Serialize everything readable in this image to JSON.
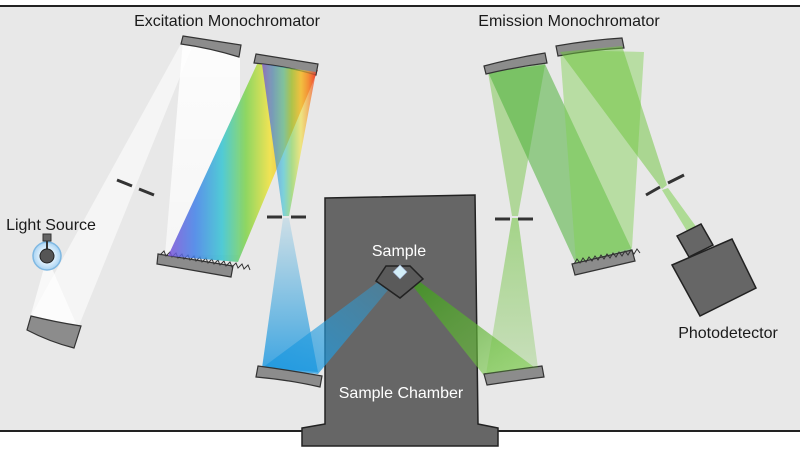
{
  "labels": {
    "excitation": "Excitation Monochromator",
    "emission": "Emission Monochromator",
    "light_source": "Light Source",
    "sample": "Sample",
    "sample_chamber": "Sample Chamber",
    "photodetector": "Photodetector"
  },
  "colors": {
    "background": "#e8e8e8",
    "outline": "#222222",
    "component_gray": "#8c8c8c",
    "chamber_gray": "#666666",
    "excitation_beam": "#2ea3dd",
    "emission_beam": "#6cc33a",
    "white_beam": "#ffffff"
  }
}
